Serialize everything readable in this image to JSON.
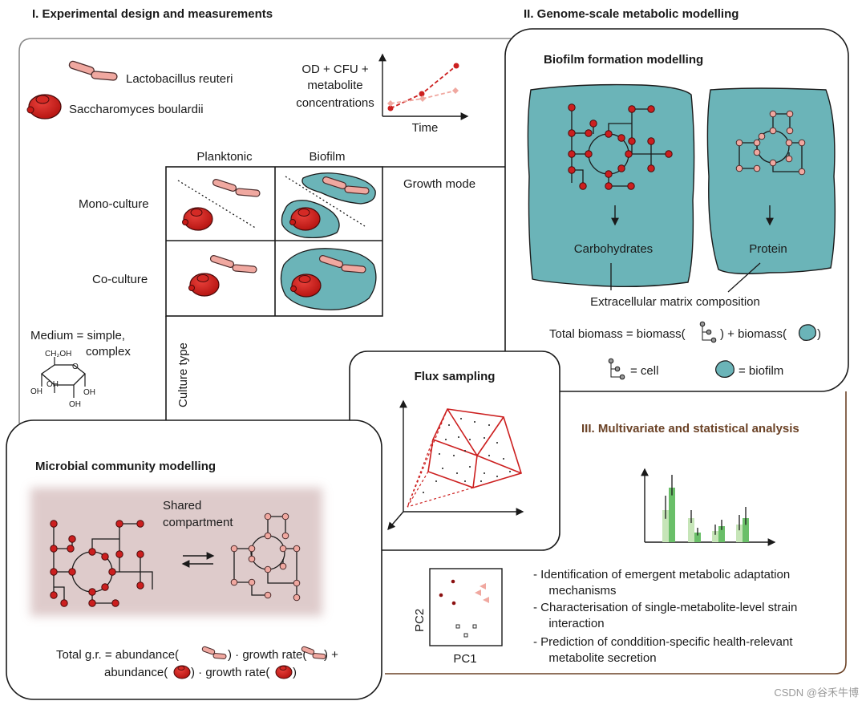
{
  "section1": {
    "title": "I. Experimental design and measurements",
    "organism1": "Lactobacillus reuteri",
    "organism2": "Saccharomyces boulardii",
    "measure_line1": "OD + CFU +",
    "measure_line2": "metabolite",
    "measure_line3": "concentrations",
    "time_label": "Time",
    "col_planktonic": "Planktonic",
    "col_biofilm": "Biofilm",
    "row_mono": "Mono-culture",
    "row_co": "Co-culture",
    "growth_mode": "Growth mode",
    "medium_line1": "Medium = simple,",
    "medium_line2": "complex",
    "sugar_ch2oh": "CH₂OH",
    "sugar_oh": "OH",
    "culture_type": "Culture type"
  },
  "section2": {
    "title": "II. Genome-scale metabolic modelling",
    "box_title": "Biofilm formation modelling",
    "carbohydrates": "Carbohydrates",
    "protein": "Protein",
    "matrix": "Extracellular matrix composition",
    "biomass_eq_a": "Total biomass = biomass(",
    "biomass_eq_b": ") + biomass(",
    "biomass_eq_c": ")",
    "cell_legend": "= cell",
    "biofilm_legend": "= biofilm"
  },
  "flux": {
    "title": "Flux sampling"
  },
  "community": {
    "title": "Microbial community modelling",
    "shared_line1": "Shared",
    "shared_line2": "compartment",
    "gr_a": "Total g.r. = abundance(",
    "gr_b": ") · growth rate(",
    "gr_c": ") +",
    "gr_d": "abundance(",
    "gr_e": ") · growth rate(",
    "gr_f": ")"
  },
  "section3": {
    "title": "III. Multivariate and statistical analysis",
    "pc1": "PC1",
    "pc2": "PC2",
    "bullets": [
      "- Identification of emergent metabolic adaptation",
      "  mechanisms",
      "- Characterisation of single-metabolite-level strain",
      "  interaction",
      "- Prediction of conddition-specific health-relevant",
      "  metabolite secretion"
    ]
  },
  "watermark": "CSDN @谷禾牛博",
  "colors": {
    "teal": "#6bb4b8",
    "red": "#cc1f1f",
    "pink": "#f0a8a0",
    "brown": "#6b4226",
    "green_dark": "#6abf69",
    "green_light": "#c6e5b8",
    "compartment": "#d9c2c2"
  }
}
